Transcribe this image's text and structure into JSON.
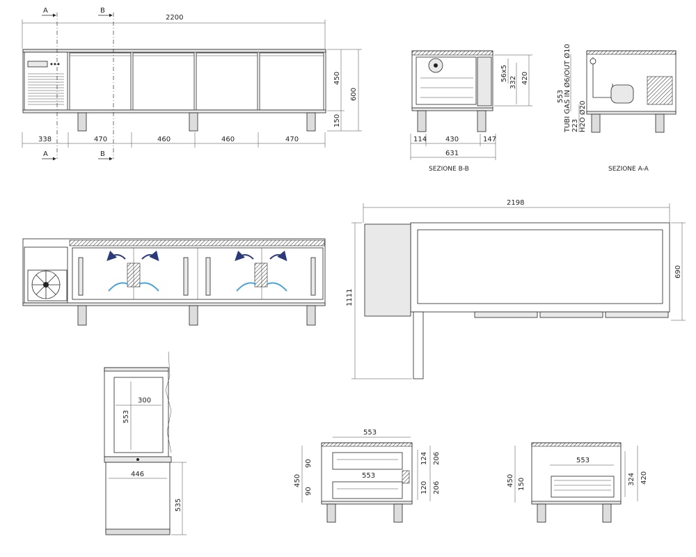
{
  "sections": {
    "a_label": "A",
    "b_label": "B",
    "section_bb": "SEZIONE B-B",
    "section_aa": "SEZIONE A-A"
  },
  "front_view": {
    "overall": "2200",
    "height_450": "450",
    "height_600": "600",
    "legs_150": "150",
    "seg_338": "338",
    "seg_470a": "470",
    "seg_460a": "460",
    "seg_460b": "460",
    "seg_470b": "470"
  },
  "section_bb": {
    "d_56x5": "56x5",
    "d_332": "332",
    "d_420": "420",
    "d_114": "114",
    "d_430": "430",
    "d_147": "147",
    "d_631": "631"
  },
  "section_aa": {
    "d_553": "553",
    "gas": "TUBI GAS IN Ø6/OUT Ø10",
    "d_223": "223",
    "h2o": "H2O Ø20"
  },
  "top_view": {
    "d_2198": "2198",
    "d_1111": "1111",
    "d_690": "690"
  },
  "door_view": {
    "d_300": "300",
    "d_553": "553",
    "d_446": "446",
    "d_535": "535"
  },
  "drawer_view": {
    "d_553_top": "553",
    "d_553_mid": "553",
    "d_450": "450",
    "d_90a": "90",
    "d_90b": "90",
    "d_124": "124",
    "d_120": "120",
    "d_206a": "206",
    "d_206b": "206"
  },
  "basket_view": {
    "d_553": "553",
    "d_450": "450",
    "d_150": "150",
    "d_324": "324",
    "d_420": "420"
  },
  "colors": {
    "airflow_cold": "#4aa3d8",
    "airflow_warm": "#2a3a7a",
    "line": "#222222"
  }
}
